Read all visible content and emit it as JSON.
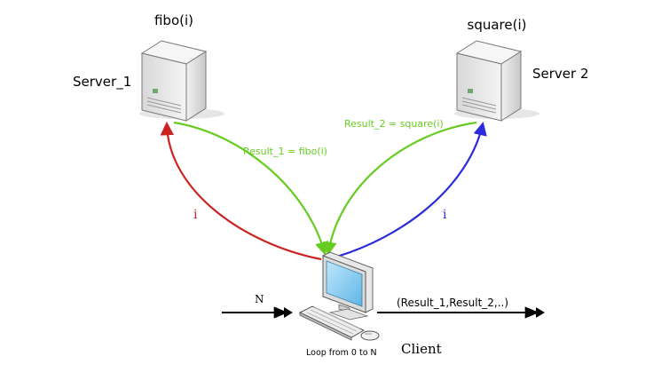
{
  "server_1": {
    "function_label": "fibo(i)",
    "name_label": "Server_1"
  },
  "server_2": {
    "function_label": "square(i)",
    "name_label": "Server 2"
  },
  "edges": {
    "request_to_server_1": {
      "label": "i",
      "color": "#cc2222"
    },
    "request_to_server_2": {
      "label": "i",
      "color": "#2b2bdd"
    },
    "result_from_server_1": {
      "label": "Result_1 = fibo(i)",
      "color": "#66cc22"
    },
    "result_from_server_2": {
      "label": "Result_2 = square(i)",
      "color": "#66cc22"
    }
  },
  "client": {
    "name_label": "Client",
    "loop_label": "Loop from 0 to N",
    "input_label": "N",
    "output_label": "(Result_1,Result_2,..)"
  },
  "colors": {
    "server_body": "#e4e4e4",
    "monitor_screen": "#7ec8ee",
    "arrow_black": "#000000"
  }
}
